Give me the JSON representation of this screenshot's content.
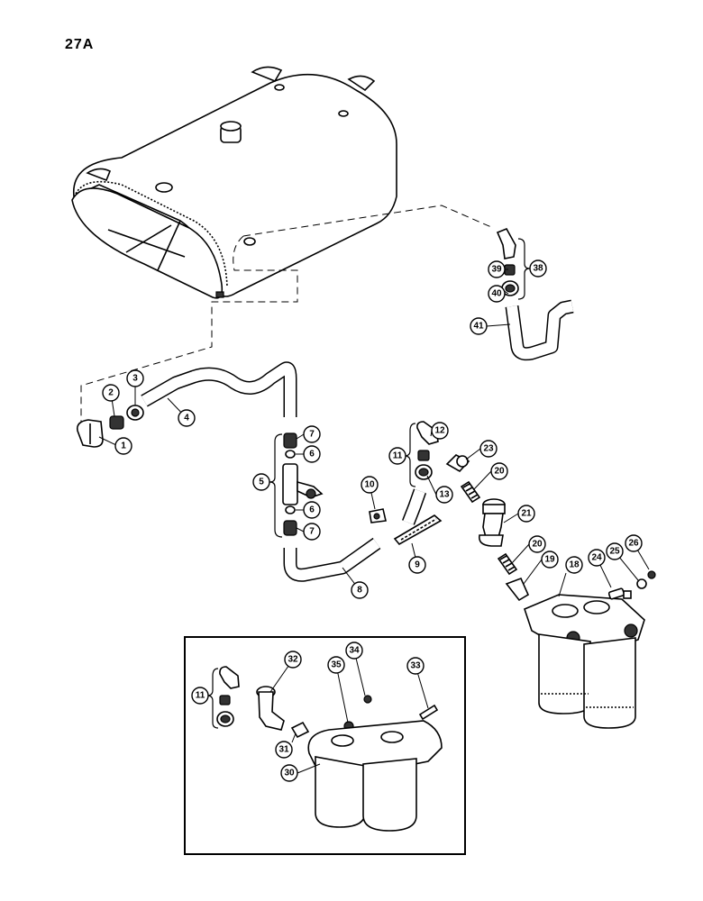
{
  "page": {
    "label": "27A"
  },
  "callouts": [
    {
      "id": "c1",
      "label": "1"
    },
    {
      "id": "c2",
      "label": "2"
    },
    {
      "id": "c3",
      "label": "3"
    },
    {
      "id": "c4",
      "label": "4"
    },
    {
      "id": "c5",
      "label": "5"
    },
    {
      "id": "c6a",
      "label": "6"
    },
    {
      "id": "c6b",
      "label": "6"
    },
    {
      "id": "c7a",
      "label": "7"
    },
    {
      "id": "c7b",
      "label": "7"
    },
    {
      "id": "c8",
      "label": "8"
    },
    {
      "id": "c9",
      "label": "9"
    },
    {
      "id": "c10",
      "label": "10"
    },
    {
      "id": "c11a",
      "label": "11"
    },
    {
      "id": "c11b",
      "label": "11"
    },
    {
      "id": "c12",
      "label": "12"
    },
    {
      "id": "c13",
      "label": "13"
    },
    {
      "id": "c18",
      "label": "18"
    },
    {
      "id": "c19",
      "label": "19"
    },
    {
      "id": "c20a",
      "label": "20"
    },
    {
      "id": "c20b",
      "label": "20"
    },
    {
      "id": "c21",
      "label": "21"
    },
    {
      "id": "c23",
      "label": "23"
    },
    {
      "id": "c24",
      "label": "24"
    },
    {
      "id": "c25",
      "label": "25"
    },
    {
      "id": "c26",
      "label": "26"
    },
    {
      "id": "c30",
      "label": "30"
    },
    {
      "id": "c31",
      "label": "31"
    },
    {
      "id": "c32",
      "label": "32"
    },
    {
      "id": "c33",
      "label": "33"
    },
    {
      "id": "c34",
      "label": "34"
    },
    {
      "id": "c35",
      "label": "35"
    },
    {
      "id": "c38",
      "label": "38"
    },
    {
      "id": "c39",
      "label": "39"
    },
    {
      "id": "c40",
      "label": "40"
    },
    {
      "id": "c41",
      "label": "41"
    }
  ]
}
